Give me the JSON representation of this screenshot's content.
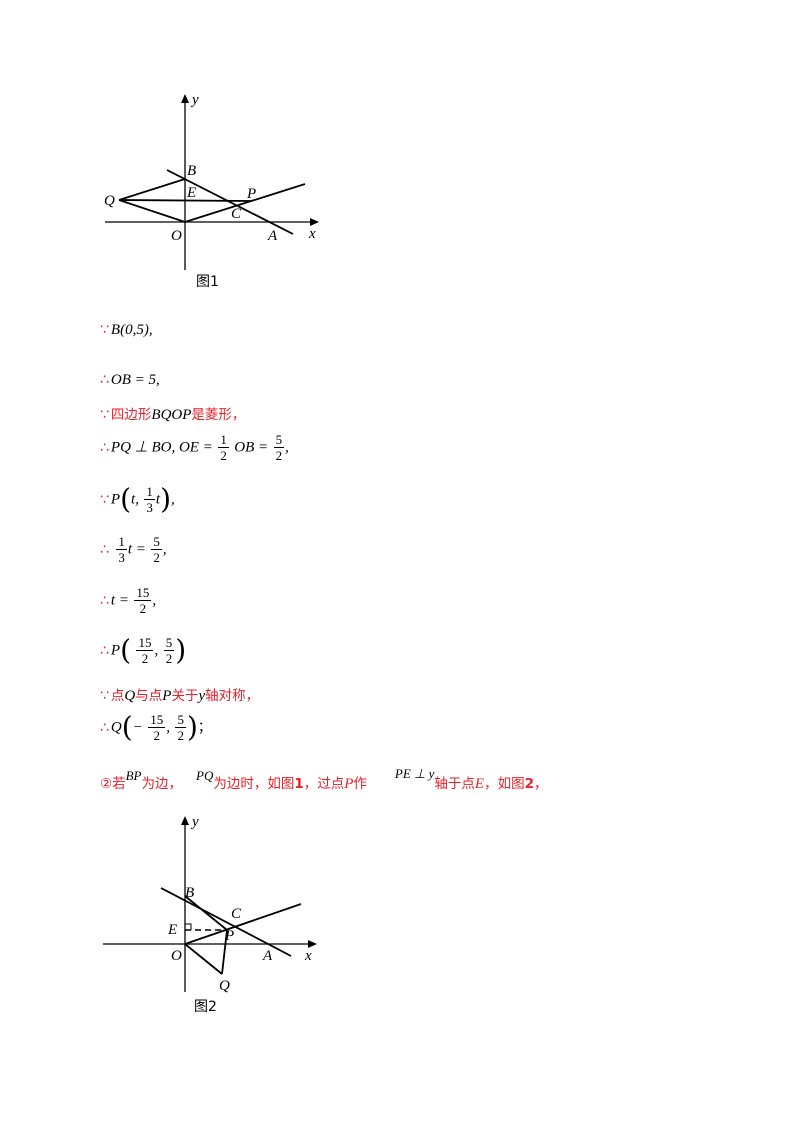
{
  "figure1": {
    "caption": "图1",
    "labels": {
      "y": "y",
      "x": "x",
      "B": "B",
      "E": "E",
      "P": "P",
      "Q": "Q",
      "C": "C",
      "O": "O",
      "A": "A"
    }
  },
  "figure2": {
    "caption": "图2",
    "labels": {
      "y": "y",
      "x": "x",
      "B": "B",
      "C": "C",
      "E": "E",
      "P": "P",
      "O": "O",
      "A": "A",
      "Q": "Q"
    }
  },
  "symbols": {
    "because": "∵",
    "therefore": "∴"
  },
  "steps": {
    "s1": {
      "expr": "B(0,5)",
      "tail": ","
    },
    "s2": {
      "expr": "OB = 5",
      "tail": ","
    },
    "s3": {
      "pre": "四边形",
      "expr": "BQOP",
      "post": "是菱形，"
    },
    "s4": {
      "expr": "PQ ⊥ BO, OE =",
      "f1n": "1",
      "f1d": "2",
      "mid": "OB =",
      "f2n": "5",
      "f2d": "2",
      "tail": ","
    },
    "s5": {
      "expr": "P",
      "arg1": "t,",
      "fn": "1",
      "fd": "3",
      "arg2": "t",
      "tail": ","
    },
    "s6": {
      "f1n": "1",
      "f1d": "3",
      "mid": "t =",
      "f2n": "5",
      "f2d": "2",
      "tail": ","
    },
    "s7": {
      "pre": "t =",
      "fn": "15",
      "fd": "2",
      "tail": ","
    },
    "s8": {
      "expr": "P",
      "f1n": "15",
      "f1d": "2",
      "comma": ",",
      "f2n": "5",
      "f2d": "2"
    },
    "s9": {
      "t1": "点",
      "q": "Q",
      "t2": "与点",
      "p": "P",
      "t3": "关于",
      "y": "y",
      "t4": "轴对称，"
    },
    "s10": {
      "expr": "Q",
      "minus": "−",
      "f1n": "15",
      "f1d": "2",
      "comma": ",",
      "f2n": "5",
      "f2d": "2",
      "tail": "；"
    },
    "s11": {
      "circ": "②若",
      "bp": "BP",
      "t1": "为边，",
      "pq": "PQ",
      "t2": "为边时，如图",
      "n1": "1",
      "t3": "，过点",
      "p": "P",
      "t4": "作",
      "pe": "PE ⊥ y",
      "t5": "轴于点",
      "e": "E",
      "t6": "，如图",
      "n2": "2",
      "t7": "，"
    }
  }
}
